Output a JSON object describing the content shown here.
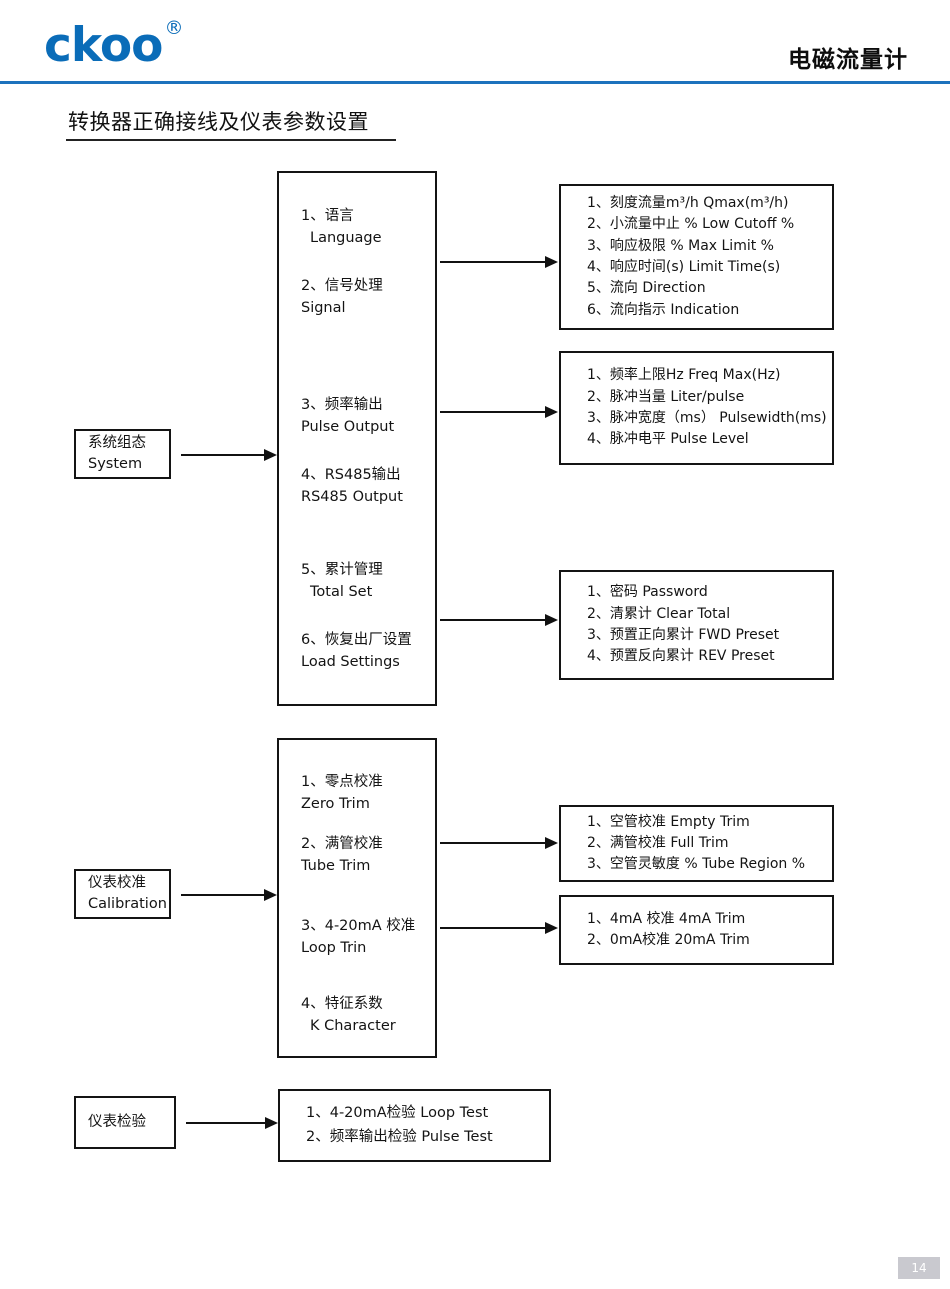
{
  "header": {
    "logo_text": "ckoo",
    "logo_reg_symbol": "®",
    "logo_color": "#0a6cb8",
    "product_title": "电磁流量计",
    "rule_color": "#1d72bd"
  },
  "section": {
    "title": "转换器正确接线及仪表参数设置"
  },
  "flow": {
    "system": {
      "node": {
        "cn": "系统组态",
        "en": "System"
      },
      "menu": [
        {
          "cn": "1、语言",
          "en": "Language",
          "indent": true
        },
        {
          "cn": "2、信号处理",
          "en": "Signal",
          "indent": false
        },
        {
          "cn": "3、频率输出",
          "en": "Pulse Output",
          "indent": false
        },
        {
          "cn": "4、RS485输出",
          "en": "RS485 Output",
          "indent": false
        },
        {
          "cn": "5、累计管理",
          "en": "Total Set",
          "indent": true
        },
        {
          "cn": "6、恢复出厂设置",
          "en": "Load Settings",
          "indent": false
        }
      ],
      "details": [
        {
          "name": "signal-detail",
          "items": [
            "1、刻度流量m³/h  Qmax(m³/h)",
            "2、小流量中止 %  Low Cutoff %",
            "3、响应极限 %  Max Limit %",
            "4、响应时间(s)  Limit Time(s)",
            "5、流向  Direction",
            "6、流向指示  Indication"
          ]
        },
        {
          "name": "pulse-output-detail",
          "items": [
            "1、频率上限Hz  Freq Max(Hz)",
            "2、脉冲当量  Liter/pulse",
            "3、脉冲宽度（ms） Pulsewidth(ms)",
            "4、脉冲电平 Pulse Level"
          ]
        },
        {
          "name": "total-set-detail",
          "items": [
            "1、密码  Password",
            "2、清累计  Clear Total",
            "3、预置正向累计  FWD Preset",
            "4、预置反向累计  REV Preset"
          ]
        }
      ]
    },
    "calibration": {
      "node": {
        "cn": "仪表校准",
        "en": "Calibration"
      },
      "menu": [
        {
          "cn": "1、零点校准",
          "en": "Zero Trim",
          "indent": false
        },
        {
          "cn": "2、满管校准",
          "en": "Tube Trim",
          "indent": false
        },
        {
          "cn": "3、4-20mA 校准",
          "en": "Loop Trin",
          "indent": false
        },
        {
          "cn": "4、特征系数",
          "en": "K Character",
          "indent": true
        }
      ],
      "details": [
        {
          "name": "tube-trim-detail",
          "items": [
            "1、空管校准 Empty Trim",
            "2、满管校准 Full Trim",
            "3、空管灵敏度 %  Tube Region %"
          ]
        },
        {
          "name": "loop-trim-detail",
          "items": [
            "1、4mA 校准  4mA Trim",
            "2、0mA校准  20mA Trim"
          ]
        }
      ]
    },
    "inspection": {
      "node": {
        "cn": "仪表检验",
        "en": ""
      },
      "items": [
        "1、4-20mA检验 Loop Test",
        "2、频率输出检验 Pulse Test"
      ]
    }
  },
  "footer": {
    "page_number": "14"
  }
}
